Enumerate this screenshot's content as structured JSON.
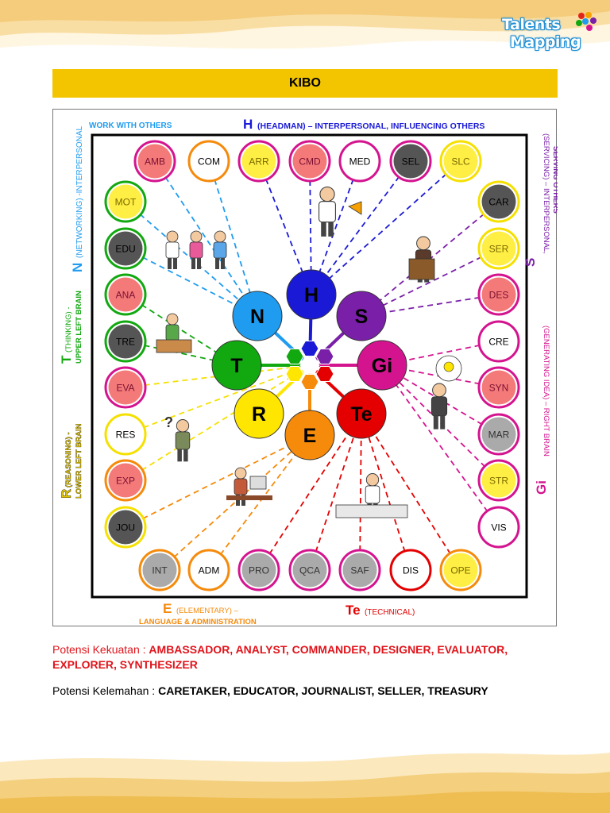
{
  "brand": {
    "line1": "Talents",
    "line2": "Mapping"
  },
  "header": {
    "title": "KIBO"
  },
  "diagram": {
    "top_left_label": "WORK WITH OTHERS",
    "top_label_letter": "H",
    "top_label_text": "(HEADMAN) – INTERPERSONAL, INFLUENCING OTHERS",
    "left_n_letter": "N",
    "left_n_text": "(NETWORKING) -INTERPERSONAL",
    "left_t_letter": "T",
    "left_t_text1": "(THINKING) -",
    "left_t_text2": "UPPER LEFT BRAIN",
    "left_r_letter": "R",
    "left_r_text1": "(REASONING) -",
    "left_r_text2": "LOWER LEFT BRAIN",
    "right_s_letter": "S",
    "right_s_text1": "(SERVICING) – INTERPERSONAL,",
    "right_s_text2": "SERVING OTHERS",
    "right_gi_letter": "Gi",
    "right_gi_text": "(GENERATING IDEA) – RIGHT BRAIN",
    "bottom_e_letter": "E",
    "bottom_e_text1": "(ELEMENTARY) –",
    "bottom_e_text2": "LANGUAGE & ADMINISTRATION",
    "bottom_te_letter": "Te",
    "bottom_te_text": "(TECHNICAL)",
    "hubs": [
      {
        "label": "H",
        "color": "#1a1ad6"
      },
      {
        "label": "S",
        "color": "#7a1fa8"
      },
      {
        "label": "Gi",
        "color": "#d4148f"
      },
      {
        "label": "Te",
        "color": "#e40000"
      },
      {
        "label": "E",
        "color": "#f58a0b"
      },
      {
        "label": "R",
        "color": "#ffe600"
      },
      {
        "label": "T",
        "color": "#12a810"
      },
      {
        "label": "N",
        "color": "#1f9cf0"
      }
    ],
    "talents": [
      {
        "code": "AMB",
        "fill": "#f47a7a",
        "ring": "#d4148f",
        "text": "#7a1030",
        "line": "#1f9cf0"
      },
      {
        "code": "COM",
        "fill": "#ffffff",
        "ring": "#f58a0b",
        "text": "#000000",
        "line": "#1f9cf0"
      },
      {
        "code": "ARR",
        "fill": "#ffee44",
        "ring": "#d4148f",
        "text": "#7a6a00",
        "line": "#1a1ad6"
      },
      {
        "code": "CMD",
        "fill": "#f47a7a",
        "ring": "#d4148f",
        "text": "#7a1030",
        "line": "#1a1ad6"
      },
      {
        "code": "MED",
        "fill": "#ffffff",
        "ring": "#d4148f",
        "text": "#000000",
        "line": "#1a1ad6"
      },
      {
        "code": "SEL",
        "fill": "#555555",
        "ring": "#d4148f",
        "text": "#000000",
        "line": "#1a1ad6"
      },
      {
        "code": "SLC",
        "fill": "#ffee44",
        "ring": "#f5e000",
        "text": "#7a6a00",
        "line": "#1a1ad6"
      },
      {
        "code": "CAR",
        "fill": "#555555",
        "ring": "#f5e000",
        "text": "#000000",
        "line": "#7a1fa8"
      },
      {
        "code": "SER",
        "fill": "#ffee44",
        "ring": "#f5e000",
        "text": "#7a6a00",
        "line": "#7a1fa8"
      },
      {
        "code": "DES",
        "fill": "#f47a7a",
        "ring": "#d4148f",
        "text": "#7a1030",
        "line": "#7a1fa8"
      },
      {
        "code": "CRE",
        "fill": "#ffffff",
        "ring": "#d4148f",
        "text": "#000000",
        "line": "#d4148f"
      },
      {
        "code": "SYN",
        "fill": "#f47a7a",
        "ring": "#d4148f",
        "text": "#7a1030",
        "line": "#d4148f"
      },
      {
        "code": "MAR",
        "fill": "#aaaaaa",
        "ring": "#d4148f",
        "text": "#333333",
        "line": "#d4148f"
      },
      {
        "code": "STR",
        "fill": "#ffee44",
        "ring": "#d4148f",
        "text": "#7a6a00",
        "line": "#d4148f"
      },
      {
        "code": "VIS",
        "fill": "#ffffff",
        "ring": "#d4148f",
        "text": "#000000",
        "line": "#d4148f"
      },
      {
        "code": "OPE",
        "fill": "#ffee44",
        "ring": "#f58a0b",
        "text": "#7a6a00",
        "line": "#e40000"
      },
      {
        "code": "DIS",
        "fill": "#ffffff",
        "ring": "#e40000",
        "text": "#000000",
        "line": "#e40000"
      },
      {
        "code": "SAF",
        "fill": "#aaaaaa",
        "ring": "#d4148f",
        "text": "#333333",
        "line": "#e40000"
      },
      {
        "code": "QCA",
        "fill": "#aaaaaa",
        "ring": "#d4148f",
        "text": "#333333",
        "line": "#e40000"
      },
      {
        "code": "PRO",
        "fill": "#aaaaaa",
        "ring": "#d4148f",
        "text": "#333333",
        "line": "#e40000"
      },
      {
        "code": "ADM",
        "fill": "#ffffff",
        "ring": "#f58a0b",
        "text": "#000000",
        "line": "#f58a0b"
      },
      {
        "code": "INT",
        "fill": "#aaaaaa",
        "ring": "#f58a0b",
        "text": "#333333",
        "line": "#f58a0b"
      },
      {
        "code": "JOU",
        "fill": "#555555",
        "ring": "#f5e000",
        "text": "#000000",
        "line": "#f58a0b"
      },
      {
        "code": "EXP",
        "fill": "#f47a7a",
        "ring": "#f58a0b",
        "text": "#7a1030",
        "line": "#f5e000"
      },
      {
        "code": "RES",
        "fill": "#ffffff",
        "ring": "#f5e000",
        "text": "#000000",
        "line": "#f5e000"
      },
      {
        "code": "EVA",
        "fill": "#f47a7a",
        "ring": "#d4148f",
        "text": "#7a1030",
        "line": "#f5e000"
      },
      {
        "code": "TRE",
        "fill": "#555555",
        "ring": "#12a810",
        "text": "#000000",
        "line": "#12a810"
      },
      {
        "code": "ANA",
        "fill": "#f47a7a",
        "ring": "#12a810",
        "text": "#7a1030",
        "line": "#12a810"
      },
      {
        "code": "EDU",
        "fill": "#555555",
        "ring": "#12a810",
        "text": "#000000",
        "line": "#1f9cf0"
      },
      {
        "code": "MOT",
        "fill": "#ffee44",
        "ring": "#12a810",
        "text": "#7a6a00",
        "line": "#1f9cf0"
      }
    ]
  },
  "strengths": {
    "label": "Potensi Kekuatan : ",
    "value": "AMBASSADOR, ANALYST, COMMANDER, DESIGNER, EVALUATOR, EXPLORER, SYNTHESIZER"
  },
  "weaknesses": {
    "label": "Potensi Kelemahan : ",
    "value": "CARETAKER, EDUCATOR, JOURNALIST, SELLER, TREASURY"
  }
}
